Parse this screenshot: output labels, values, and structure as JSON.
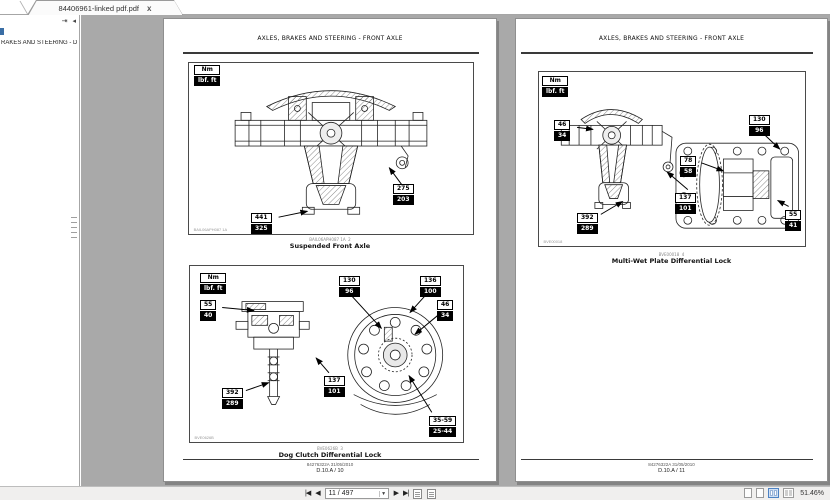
{
  "tabbar": {
    "tab_title": "84406961-linked pdf.pdf",
    "close_label": "x"
  },
  "sidebar": {
    "collapse_icon": "⇥",
    "pin_icon": "◂",
    "bookmark_label": "RAKES AND STEERING - D"
  },
  "pages": {
    "left": {
      "header": "AXLES, BRAKES AND STEERING - FRONT AXLE",
      "fig1": {
        "legend_nm": "Nm",
        "legend_lb": "lbf. ft",
        "corner_code": "BAIL06APH087 1A",
        "caption_code": "BAIL06APH087 1A",
        "caption_num": "2",
        "caption": "Suspended Front Axle",
        "callouts": {
          "c1": {
            "nm": "275",
            "lb": "203"
          },
          "c2": {
            "nm": "441",
            "lb": "325"
          }
        }
      },
      "fig2": {
        "legend_nm": "Nm",
        "legend_lb": "lbf. ft",
        "corner_code": "BVE0626B",
        "caption_code": "BVE0626B",
        "caption_num": "3",
        "caption": "Dog Clutch Differential Lock",
        "callouts": {
          "c1": {
            "nm": "55",
            "lb": "40"
          },
          "c2": {
            "nm": "130",
            "lb": "96"
          },
          "c3": {
            "nm": "136",
            "lb": "100"
          },
          "c4": {
            "nm": "46",
            "lb": "34"
          },
          "c5": {
            "nm": "392",
            "lb": "289"
          },
          "c6": {
            "nm": "137",
            "lb": "101"
          },
          "c7": {
            "nm": "35-59",
            "lb": "25-44"
          }
        }
      },
      "footer_doc": "84276322A 31/05/2010",
      "footer_page": "D.10.A / 10"
    },
    "right": {
      "header": "AXLES, BRAKES AND STEERING - FRONT AXLE",
      "fig3": {
        "legend_nm": "Nm",
        "legend_lb": "lbf. ft",
        "corner_code": "BVE00018",
        "caption_code": "BVE00018",
        "caption_num": "4",
        "caption": "Multi-Wet Plate Differential Lock",
        "callouts": {
          "c1": {
            "nm": "46",
            "lb": "34"
          },
          "c2": {
            "nm": "130",
            "lb": "96"
          },
          "c3": {
            "nm": "78",
            "lb": "58"
          },
          "c4": {
            "nm": "137",
            "lb": "101"
          },
          "c5": {
            "nm": "392",
            "lb": "289"
          },
          "c6": {
            "nm": "55",
            "lb": "41"
          }
        }
      },
      "footer_doc": "84276322A 31/05/2010",
      "footer_page": "D.10.A / 11"
    }
  },
  "statusbar": {
    "first_icon": "|◀",
    "prev_icon": "◀",
    "page_value": "11 / 497",
    "dropdown_icon": "▼",
    "next_icon": "▶",
    "last_icon": "▶|",
    "zoom_level": "51.46%"
  }
}
